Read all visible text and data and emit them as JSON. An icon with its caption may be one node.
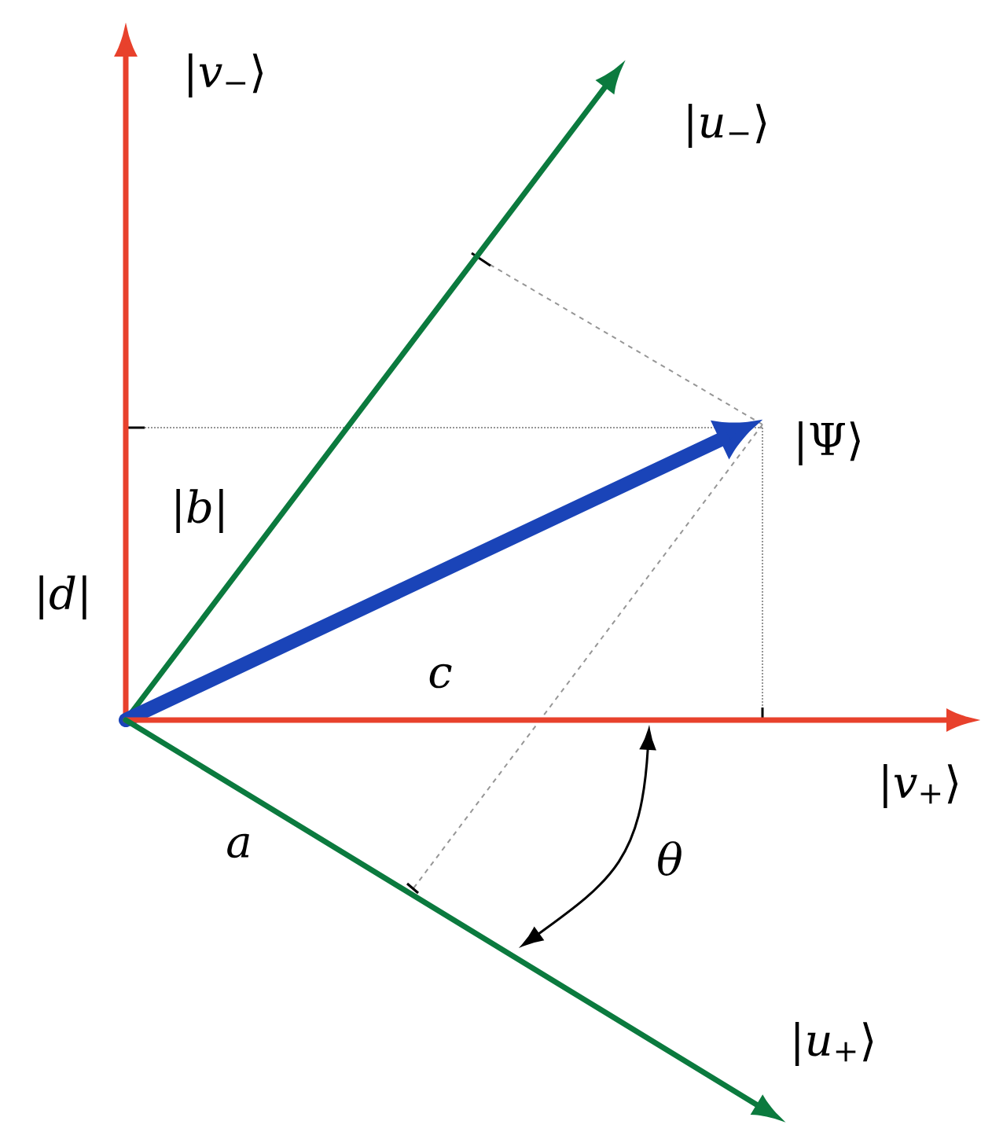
{
  "diagram": {
    "nodes": [
      {
        "text": [
          "|*v*$_{−}$⟩"
        ]
      },
      {
        "text": [
          "|*u*$_{−}$⟩"
        ]
      },
      {
        "text": [
          "|Ψ⟩"
        ]
      },
      {
        "text": [
          "|*v*$_{+}$⟩"
        ]
      },
      {
        "text": [
          "|*u*$_{+}$⟩"
        ]
      }
    ],
    "edges": [
      {
        "from": null,
        "to": 0,
        "arrow": "to",
        "color": "#e8412c"
      },
      {
        "from": null,
        "to": 1,
        "arrow": "to",
        "color": "#0b7a3e"
      },
      {
        "from": null,
        "to": 2,
        "arrow": "to",
        "style": "thick",
        "color": "#1a44b8"
      },
      {
        "from": null,
        "to": 3,
        "arrow": "to",
        "color": "#e8412c"
      },
      {
        "from": null,
        "to": 4,
        "arrow": "to",
        "color": "#0b7a3e"
      }
    ],
    "labels": [
      "|*b*|",
      "|*d*|",
      "c",
      "a",
      "θ"
    ]
  }
}
